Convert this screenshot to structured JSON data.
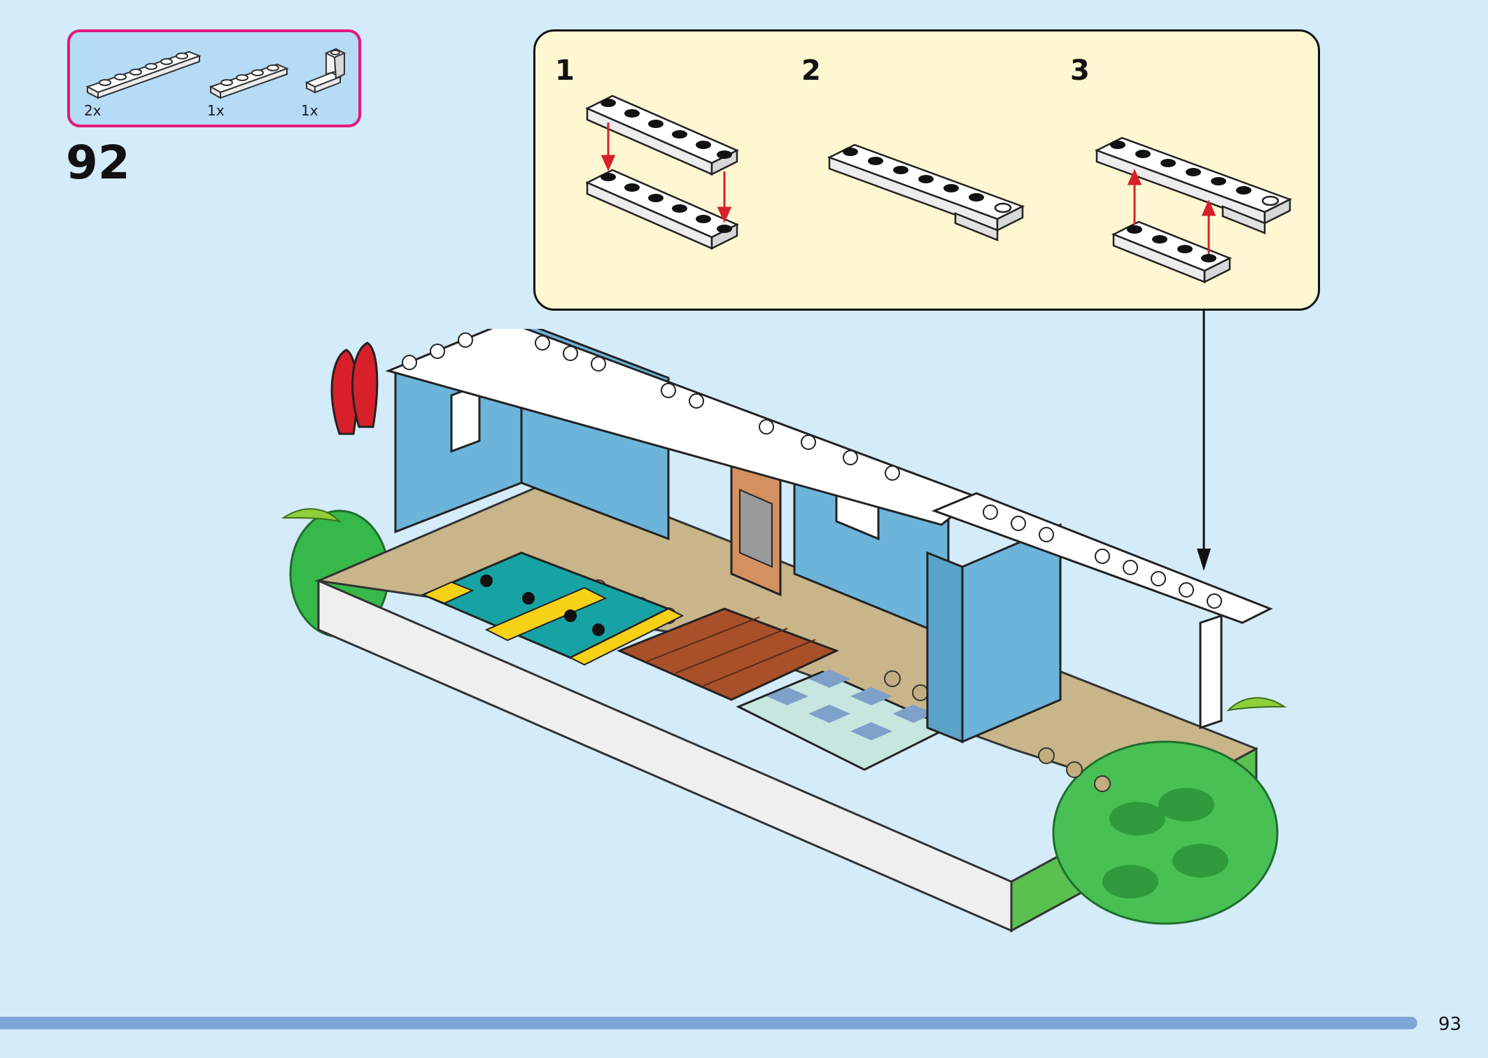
{
  "parts": {
    "items": [
      {
        "name": "white plate 1x6",
        "quantity": "2x"
      },
      {
        "name": "white plate 1x4",
        "quantity": "1x"
      },
      {
        "name": "white bracket",
        "quantity": "1x"
      }
    ]
  },
  "step": {
    "number": "92"
  },
  "substeps": [
    {
      "label": "1"
    },
    {
      "label": "2"
    },
    {
      "label": "3"
    }
  ],
  "page": {
    "number": "93"
  },
  "colors": {
    "background": "#d4ebfa",
    "parts_box": "#b5dbf7",
    "parts_border": "#e4177c",
    "substep_box": "#fff7d1",
    "progress_bar": "#7fa6d8",
    "arrow_red": "#d8202a"
  }
}
